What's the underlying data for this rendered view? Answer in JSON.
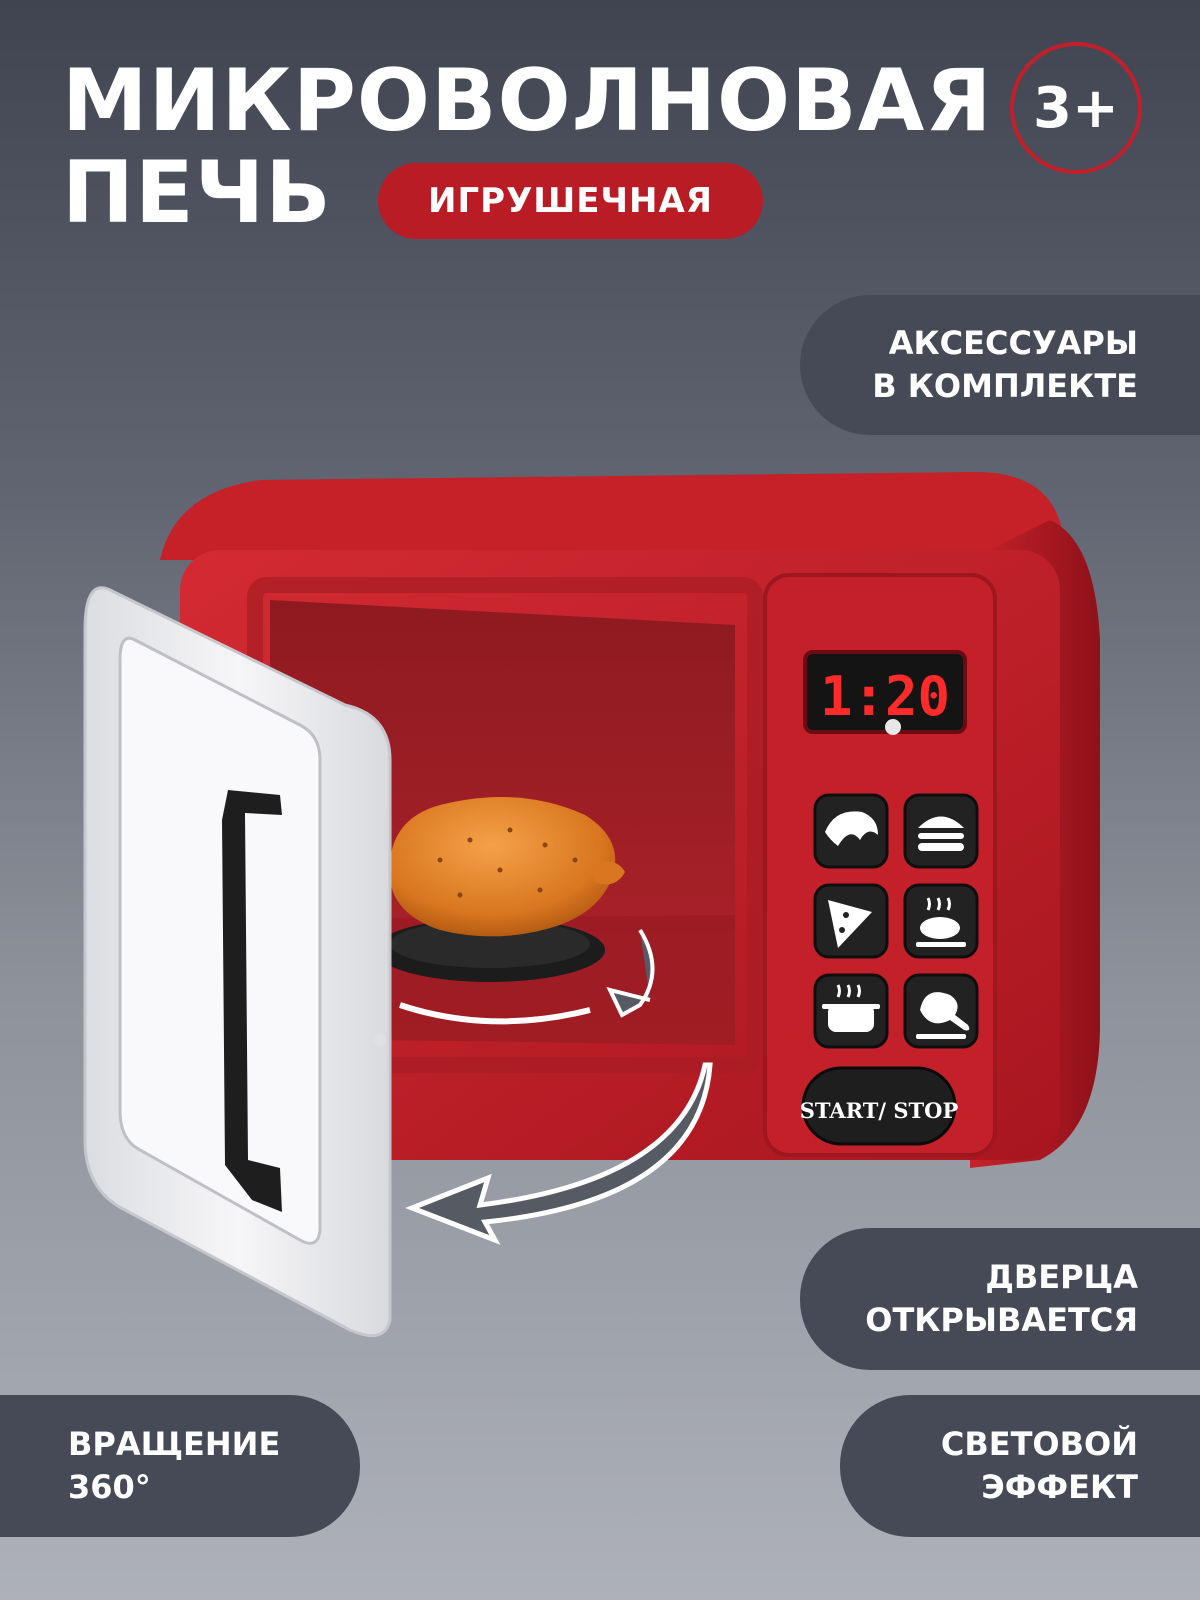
{
  "title": {
    "line1": "МИКРОВОЛНОВАЯ",
    "line2": "ПЕЧЬ",
    "subtitle": "ИГРУШЕЧНАЯ",
    "age_badge": "3+"
  },
  "features": {
    "accessories": {
      "line1": "АКСЕССУАРЫ",
      "line2": "В КОМПЛЕКТЕ"
    },
    "door": {
      "line1": "ДВЕРЦА",
      "line2": "ОТКРЫВАЕТСЯ"
    },
    "rotation": {
      "line1": "ВРАЩЕНИЕ",
      "line2": "360°"
    },
    "light": {
      "line1": "СВЕТОВОЙ",
      "line2": "ЭФФЕКТ"
    }
  },
  "microwave": {
    "display": "1:20",
    "start_stop_label": "START/ STOP",
    "buttons": [
      {
        "icon": "croissant-icon"
      },
      {
        "icon": "burger-icon"
      },
      {
        "icon": "pizza-icon"
      },
      {
        "icon": "roast-chicken-icon"
      },
      {
        "icon": "soup-pot-icon"
      },
      {
        "icon": "meat-drumstick-icon"
      }
    ]
  },
  "colors": {
    "accent": "#b91c25",
    "pill": "#454a56",
    "body_red": "#c4202a",
    "door_white": "#f1f1f3",
    "display_digits": "#ff2b2b"
  }
}
